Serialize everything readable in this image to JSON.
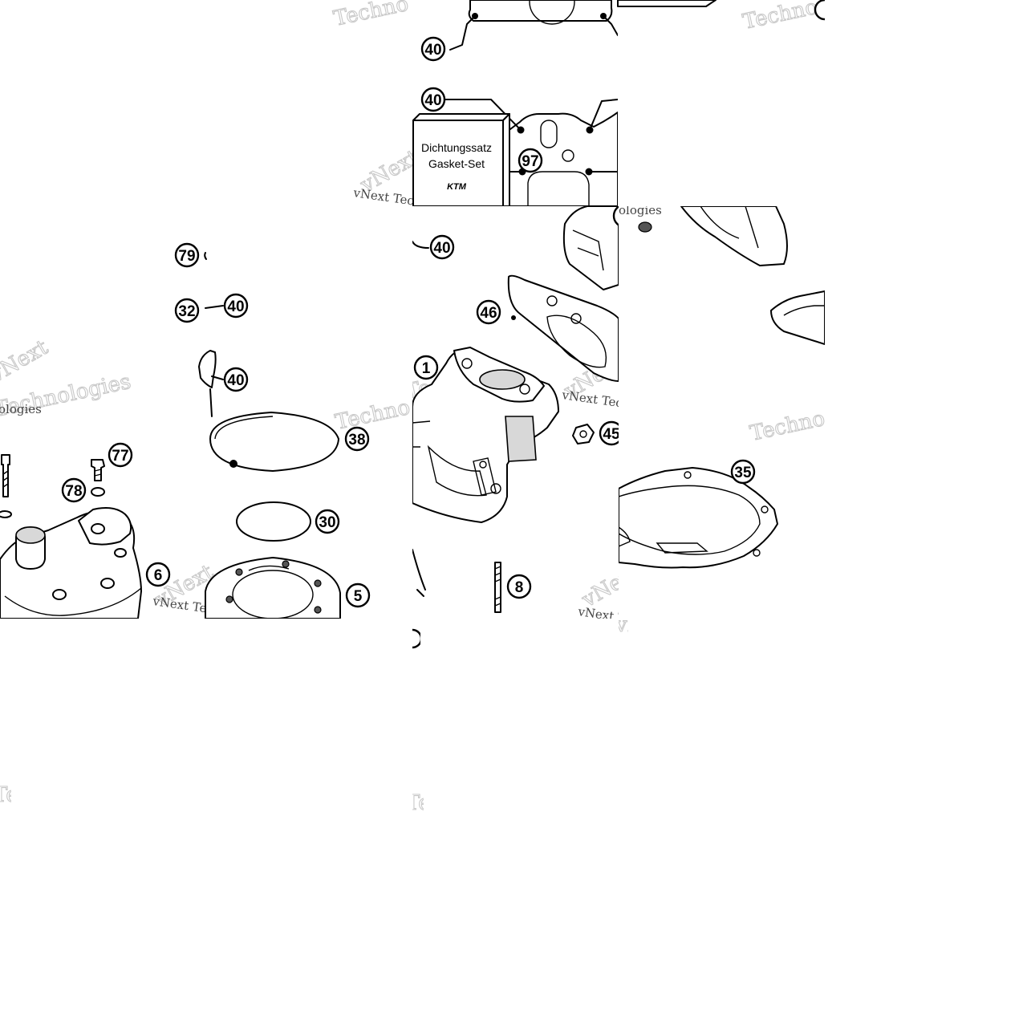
{
  "callouts": {
    "n40": "40",
    "n97": "97",
    "n79": "79",
    "n32": "32",
    "n38": "38",
    "n30": "30",
    "n5": "5",
    "n6": "6",
    "n77": "77",
    "n78": "78",
    "n46": "46",
    "n1": "1",
    "n45": "45",
    "n8": "8",
    "n35": "35"
  },
  "gasket_box": {
    "line1": "Dichtungssatz",
    "line2": "Gasket-Set",
    "logo": "KTM"
  },
  "watermark": {
    "brand_large": "Techno",
    "brand_next": "vNext",
    "brand_tech": "vNext Tec",
    "brand_logies": "Technologies",
    "brand_ologies": "ologies"
  },
  "colors": {
    "ink": "#000000",
    "paper": "#ffffff",
    "watermark": "#c8c8c8"
  }
}
